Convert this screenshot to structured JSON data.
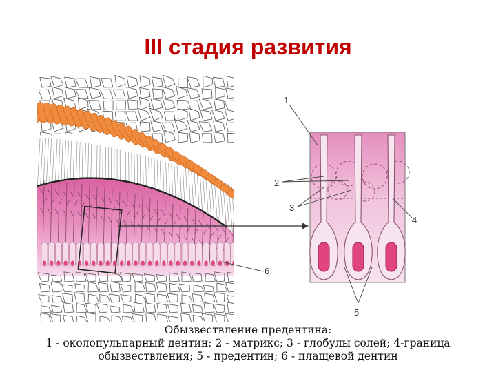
{
  "title": "III стадия развития",
  "caption": {
    "line1": "Обызвествление предентина:",
    "line2": "1 - околопульпарный дентин; 2 - матрикс;  3 - глобулы солей; 4-граница",
    "line3": "обызвествления;  5 - предентин; 6 - плащевой дентин"
  },
  "labels": {
    "l1": "1",
    "l2": "2",
    "l3": "3",
    "l4": "4",
    "l5": "5",
    "l6": "6"
  },
  "colors": {
    "title": "#c00000",
    "ameloblast": "#f08a3c",
    "dentin": "#e58fbf",
    "odontoblast": "#f6dcea",
    "nucleus": "#e0457e"
  }
}
